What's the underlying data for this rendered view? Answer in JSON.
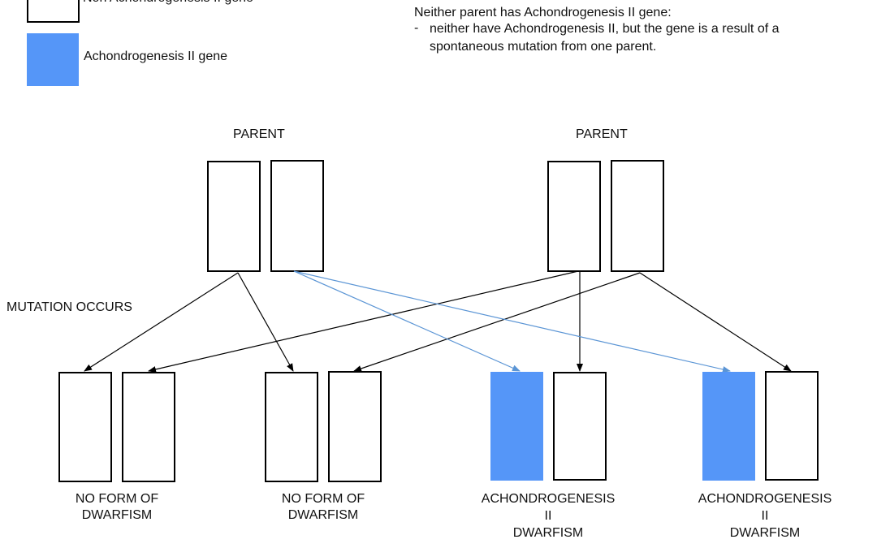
{
  "colors": {
    "mutated": "#5596f8",
    "normal_arrow": "#000000",
    "mutation_arrow": "#5b95d5"
  },
  "legend": {
    "normal_label": "Non Achondrogenesis II gene",
    "mutated_label": "Achondrogenesis II gene"
  },
  "description": {
    "heading": "Neither parent has Achondrogenesis II gene:",
    "bullet_marker": "-",
    "bullet_line1": "neither have Achondrogenesis II, but the gene is a result of a",
    "bullet_line2": "spontaneous mutation from one parent."
  },
  "parents": {
    "left_label": "PARENT",
    "right_label": "PARENT"
  },
  "mutation_label": "MUTATION OCCURS",
  "offspring": [
    {
      "line1": "NO FORM OF",
      "line2": "DWARFISM",
      "line3": ""
    },
    {
      "line1": "NO FORM OF",
      "line2": "DWARFISM",
      "line3": ""
    },
    {
      "line1": "ACHONDROGENESIS",
      "line2": "II",
      "line3": "DWARFISM"
    },
    {
      "line1": "ACHONDROGENESIS",
      "line2": "II",
      "line3": "DWARFISM"
    }
  ]
}
